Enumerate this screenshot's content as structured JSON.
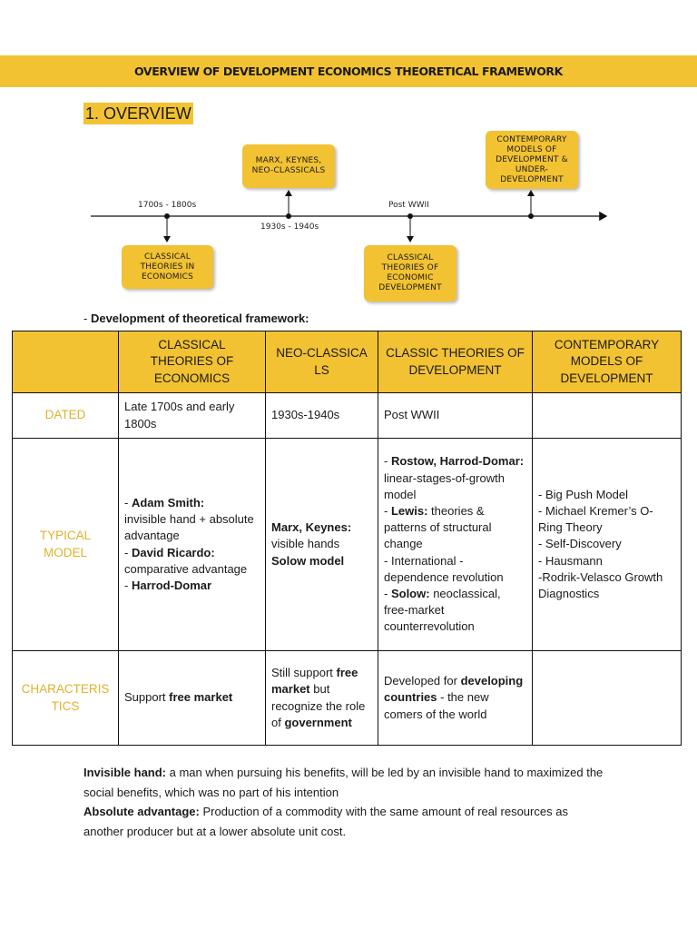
{
  "header": {
    "title": "OVERVIEW OF DEVELOPMENT ECONOMICS THEORETICAL FRAMEWORK"
  },
  "section": {
    "title": "1. OVERVIEW"
  },
  "timeline": {
    "labels": {
      "l1": "1700s - 1800s",
      "l2": "1930s - 1940s",
      "l3": "Post WWII"
    },
    "boxes": {
      "classical": [
        "CLASSICAL",
        "THEORIES IN",
        "ECONOMICS"
      ],
      "marx": [
        "MARX, KEYNES,",
        "NEO-CLASSICALS"
      ],
      "classic_dev": [
        "CLASSICAL",
        "THEORIES OF",
        "ECONOMIC",
        "DEVELOPMENT"
      ],
      "contemporary": [
        "CONTEMPORARY",
        "MODELS OF",
        "DEVELOPMENT &",
        "UNDER-",
        "DEVELOPMENT"
      ]
    }
  },
  "subhead": {
    "dash": "- ",
    "text": "Development of theoretical framework:"
  },
  "table": {
    "headers": {
      "c1": [
        "CLASSICAL",
        "THEORIES OF",
        "ECONOMICS"
      ],
      "c2": [
        "NEO-CLASSICA",
        "LS"
      ],
      "c3": [
        "CLASSIC THEORIES OF",
        "DEVELOPMENT"
      ],
      "c4": [
        "CONTEMPORARY",
        "MODELS OF",
        "DEVELOPMENT"
      ]
    },
    "dated": {
      "label": "DATED",
      "c1": "Late 1700s and early 1800s",
      "c2": "1930s-1940s",
      "c3": "Post WWII",
      "c4": ""
    },
    "typical": {
      "label": [
        "TYPICAL",
        "MODEL"
      ],
      "c1": {
        "smith_b": "Adam Smith:",
        "smith_t": "invisible hand + absolute advantage",
        "ricardo_b": "David Ricardo:",
        "ricardo_t": "comparative advantage",
        "harrod_b": "Harrod-Domar"
      },
      "c2": {
        "b1": "Marx, Keynes:",
        "t1": "visible hands",
        "b2": "Solow model"
      },
      "c3": {
        "rostow_b": "Rostow, Harrod-Domar:",
        "rostow_t": "linear-stages-of-growth model",
        "lewis_b": "Lewis:",
        "lewis_t": "theories & patterns of structural change",
        "intl_t": "International -dependence revolution",
        "solow_b": "Solow:",
        "solow_t": "neoclassical, free-market counterrevolution"
      },
      "c4": [
        "- Big Push Model",
        "- Michael Kremer’s O-Ring Theory",
        "- Self-Discovery",
        "- Hausmann",
        "-Rodrik-Velasco Growth Diagnostics"
      ]
    },
    "characteristics": {
      "label": [
        "CHARACTERIS",
        "TICS"
      ],
      "c1": {
        "t": "Support ",
        "b": "free market"
      },
      "c2": {
        "t1": "Still support ",
        "b1": "free market",
        "t2": " but recognize the role of ",
        "b2": "government"
      },
      "c3": {
        "t1": "Developed for ",
        "b1": "developing countries",
        "t2": " - the new comers of the world"
      },
      "c4": ""
    }
  },
  "notes": {
    "invisible_b": "Invisible hand:",
    "invisible_t": " a man when pursuing his benefits, will be led by an invisible hand to maximized the social benefits, which was no part of his intention",
    "absolute_b": "Absolute advantage:",
    "absolute_t": " Production of a commodity with the same amount of real resources as another producer but at a lower absolute unit cost."
  },
  "colors": {
    "accent": "#f2c232",
    "rowhead_text": "#e0b12b"
  }
}
